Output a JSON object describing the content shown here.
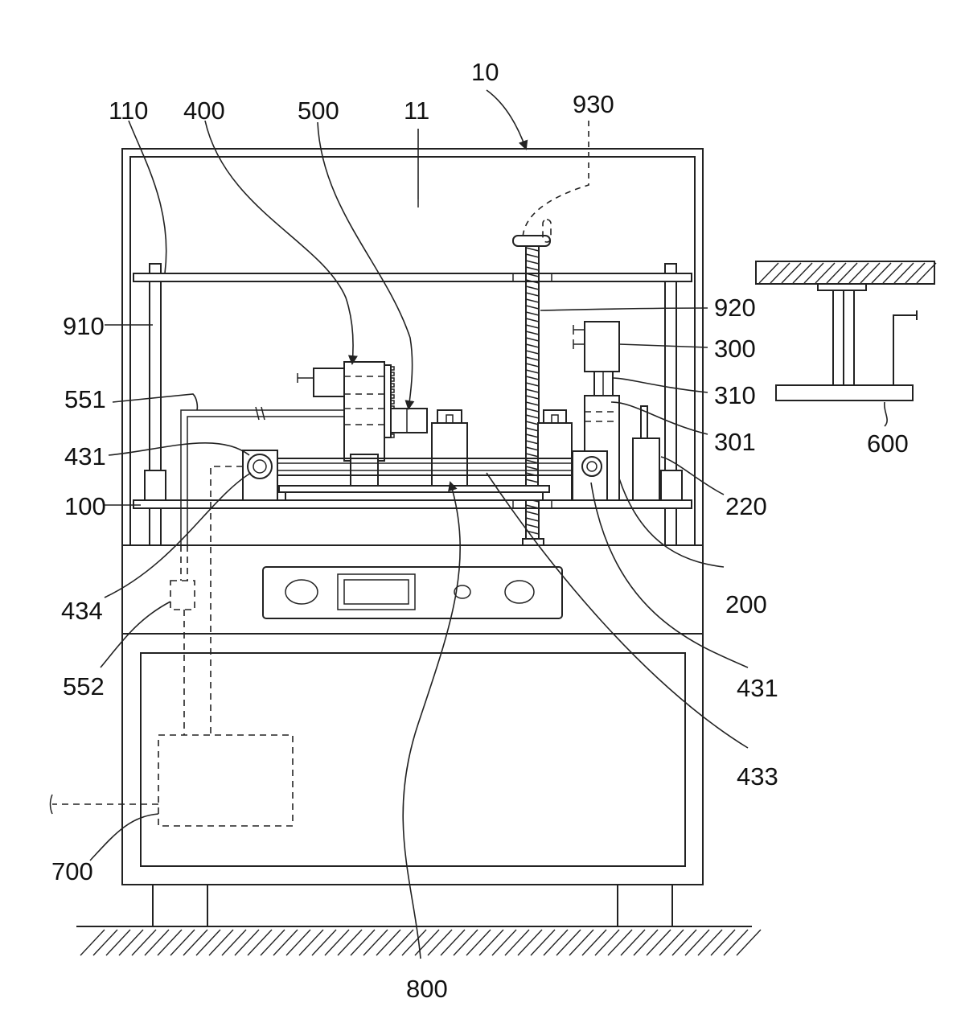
{
  "labels": {
    "l10": "10",
    "l110": "110",
    "l400": "400",
    "l500": "500",
    "l11": "11",
    "l930": "930",
    "l910": "910",
    "l920": "920",
    "l300": "300",
    "l310": "310",
    "l301": "301",
    "l551": "551",
    "l431a": "431",
    "l434": "434",
    "l100": "100",
    "l220": "220",
    "l200": "200",
    "l552": "552",
    "l431b": "431",
    "l433": "433",
    "l700": "700",
    "l800": "800",
    "l600": "600"
  }
}
